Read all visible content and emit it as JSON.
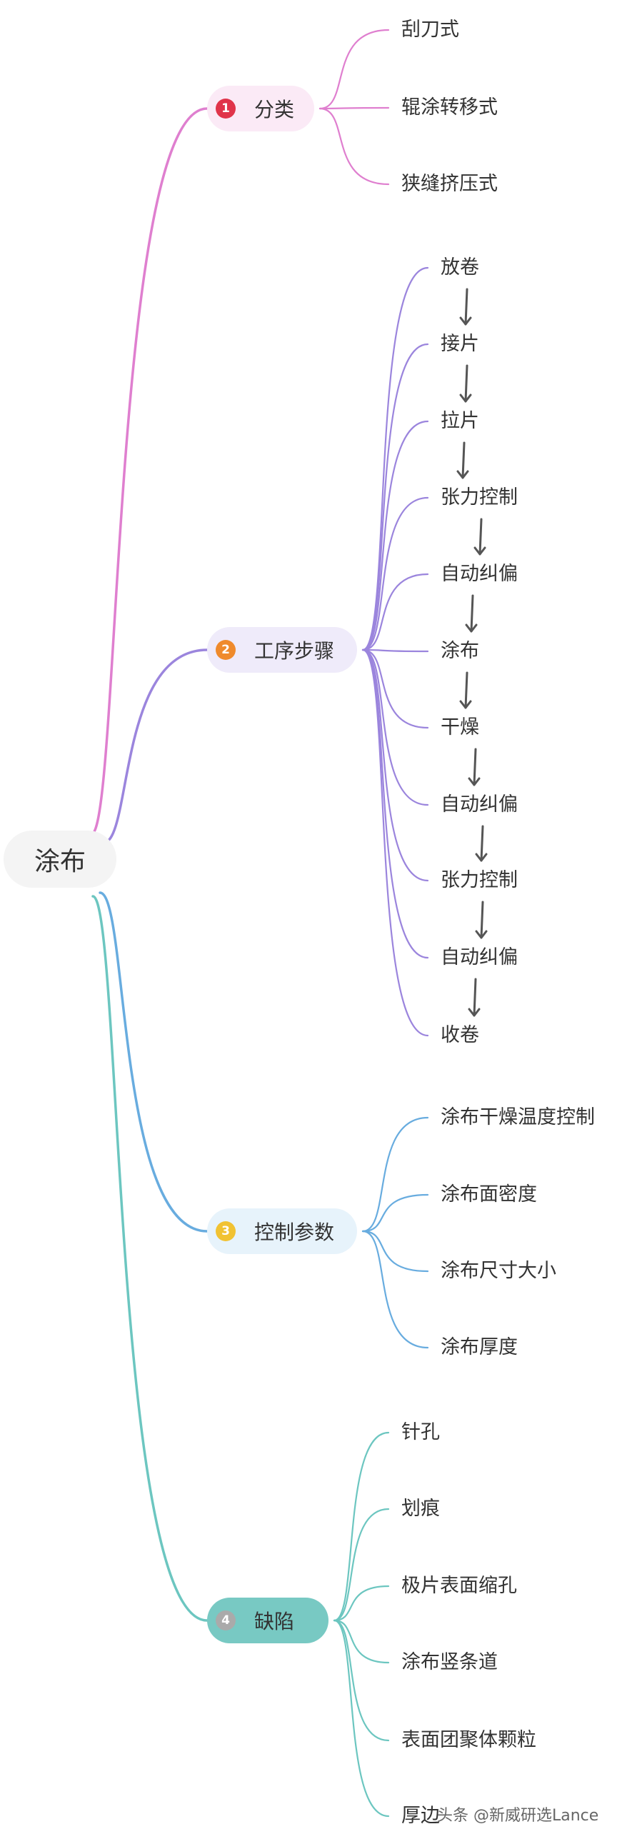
{
  "root": {
    "label": "涂布"
  },
  "branches": [
    {
      "index": "1",
      "label": "分类",
      "color": "#df7fcf",
      "pill_bg": "#fbeaf6",
      "badge_color": "#e0344a",
      "items": [
        "刮刀式",
        "辊涂转移式",
        "狭缝挤压式"
      ]
    },
    {
      "index": "2",
      "label": "工序步骤",
      "color": "#9b85dd",
      "pill_bg": "#efebfa",
      "badge_color": "#ef8a2c",
      "items": [
        "放卷",
        "接片",
        "拉片",
        "张力控制",
        "自动纠偏",
        "涂布",
        "干燥",
        "自动纠偏",
        "张力控制",
        "自动纠偏",
        "收卷"
      ]
    },
    {
      "index": "3",
      "label": "控制参数",
      "color": "#68acdf",
      "pill_bg": "#e7f3fb",
      "badge_color": "#f1c232",
      "items": [
        "涂布干燥温度控制",
        "涂布面密度",
        "涂布尺寸大小",
        "涂布厚度"
      ]
    },
    {
      "index": "4",
      "label": "缺陷",
      "color": "#6cc6c0",
      "pill_bg": "#78c9c3",
      "badge_color": "#aaaaaa",
      "items": [
        "针孔",
        "划痕",
        "极片表面缩孔",
        "涂布竖条道",
        "表面团聚体颗粒",
        "厚边"
      ]
    }
  ],
  "arrow_color": "#555555",
  "watermark": "头条 @新威研选Lance"
}
